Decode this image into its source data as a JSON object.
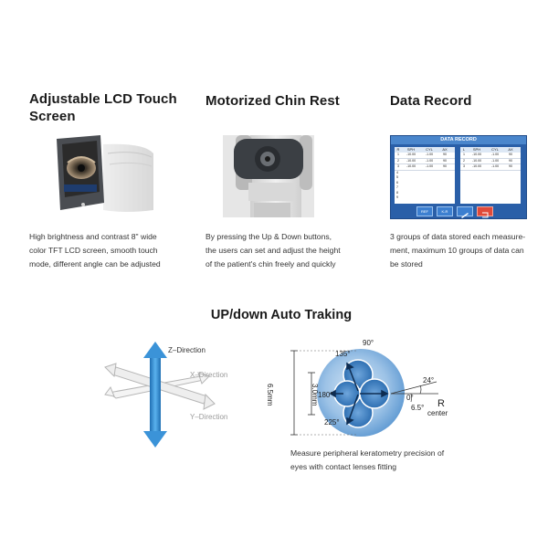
{
  "features": [
    {
      "title": "Adjustable LCD Touch Screen",
      "description_lines": [
        "High brightness and contrast 8\" wide",
        "color TFT LCD screen, smooth touch",
        "mode, different angle can be adjusted"
      ]
    },
    {
      "title": "Motorized Chin Rest",
      "description_lines": [
        "By pressing the Up & Down buttons,",
        "the users can set and adjust the height",
        "of the patient's chin freely and quickly"
      ]
    },
    {
      "title": "Data Record",
      "description_lines": [
        "3 groups of data stored each measure-",
        "ment, maximum 10 groups of data can",
        "be stored"
      ]
    }
  ],
  "data_record_screen": {
    "header": "DATA RECORD",
    "left_columns": [
      "R",
      "SPH",
      "CYL",
      "AX"
    ],
    "right_columns": [
      "L",
      "SPH",
      "CYL",
      "AX"
    ],
    "left_rows": [
      [
        "1",
        "-10.00",
        "-1.00",
        "90"
      ],
      [
        "2",
        "-10.00",
        "-1.00",
        "90"
      ],
      [
        "3",
        "-10.00",
        "-1.00",
        "90"
      ]
    ],
    "right_rows": [
      [
        "1",
        "-10.00",
        "-1.00",
        "90"
      ],
      [
        "2",
        "-10.00",
        "-1.00",
        "90"
      ],
      [
        "3",
        "-10.00",
        "-1.00",
        "90"
      ]
    ],
    "row_numbers": [
      "4",
      "5",
      "6",
      "7",
      "8",
      "9",
      "10"
    ],
    "buttons": [
      "REF",
      "K-R"
    ]
  },
  "section_title": "UP/down Auto Traking",
  "axis_labels": {
    "z": "Z–Direction",
    "x": "X–Direction",
    "y": "Y–Direction"
  },
  "keratometry_diagram": {
    "angles": [
      "90°",
      "135°",
      "180°",
      "225°",
      "24°",
      "0°"
    ],
    "dimensions": [
      "6.5mm",
      "3.0mm",
      "6.5°"
    ],
    "center_letter": "R",
    "center_label": "center"
  },
  "caption_lines": [
    "Measure peripheral keratometry precision of",
    "eyes with contact lenses fitting"
  ],
  "colors": {
    "z_arrow": "#2f8fd6",
    "diagram_blue": "#4a8fcc",
    "diagram_light": "#bcd6ee",
    "screen_bg": "#2a5fa8"
  }
}
